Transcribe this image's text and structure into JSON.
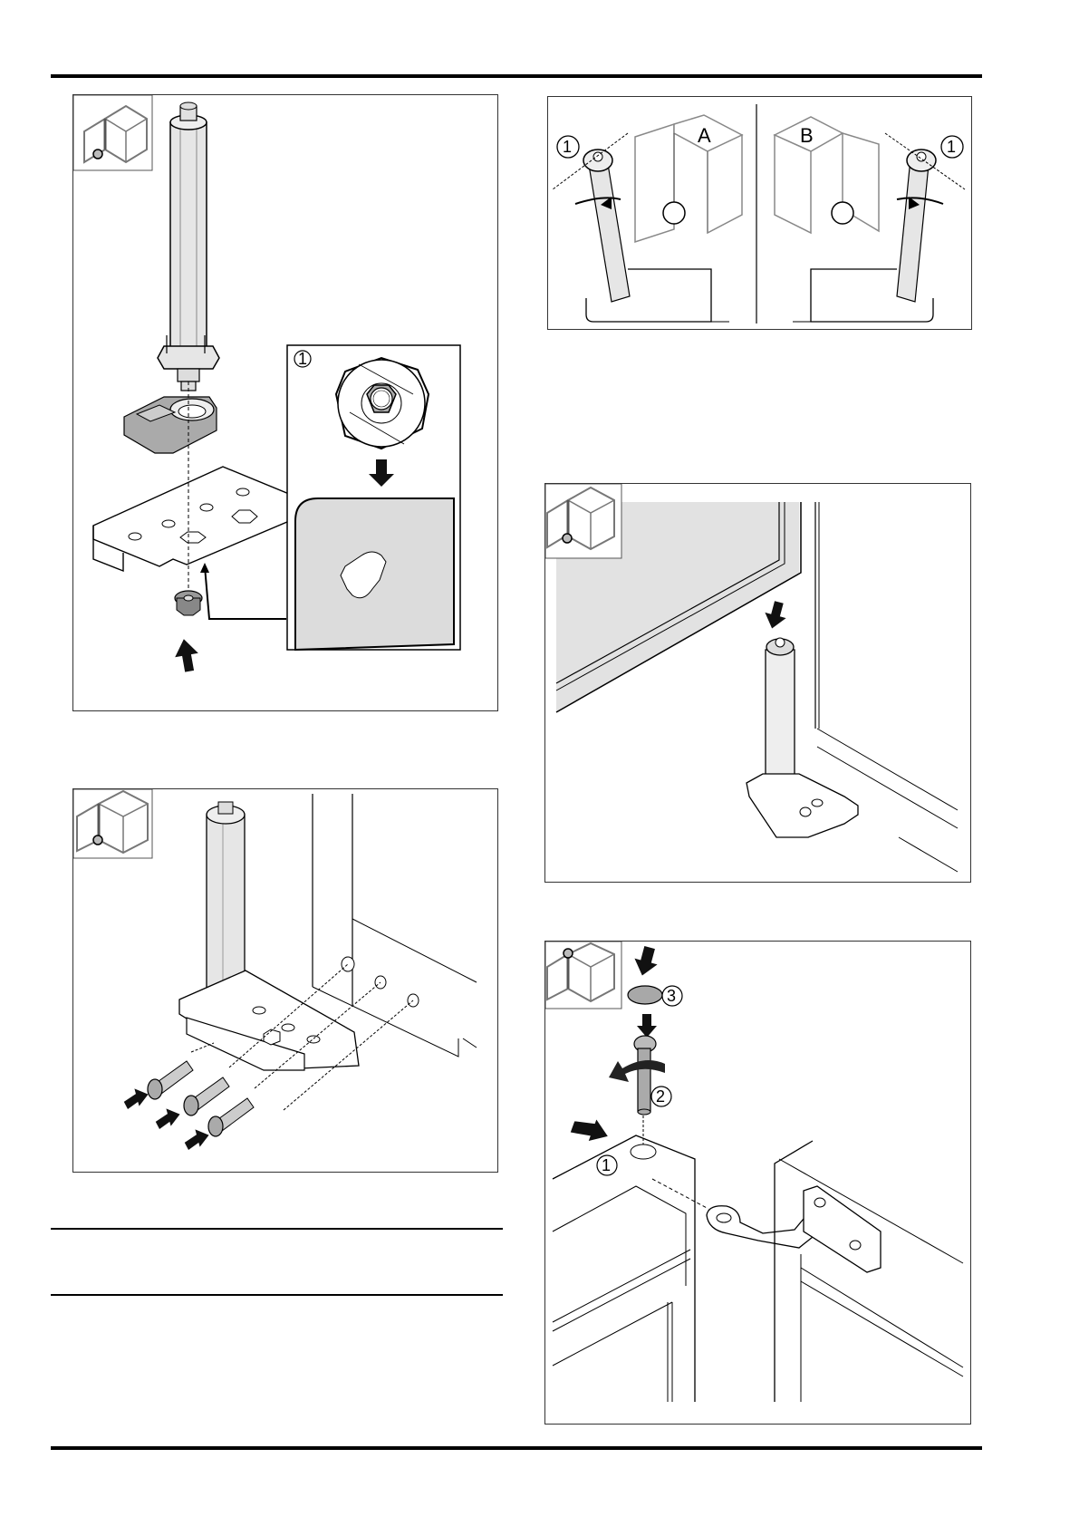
{
  "page": {
    "type": "installation-manual-page",
    "background": "#ffffff",
    "line_color": "#000000",
    "fill_gray": "#dcdcdc",
    "dark_gray": "#a0a0a0"
  },
  "figures": [
    {
      "id": "fig-1",
      "description": "Exploded view: hinge bolt, spacer, hinge plate and nut with detail inset",
      "locator_icon": "cabinet-bottom-left-hinge",
      "callouts": [
        "1"
      ]
    },
    {
      "id": "fig-2",
      "description": "Hinge bolt rotation variants A and B",
      "variants": [
        {
          "label": "A",
          "callout": "1"
        },
        {
          "label": "B",
          "callout": "1"
        }
      ]
    },
    {
      "id": "fig-3",
      "description": "Door lowered onto bottom hinge bolt",
      "locator_icon": "cabinet-bottom-left-hinge"
    },
    {
      "id": "fig-4",
      "description": "Top hinge: insert pin, turn, fit cap",
      "locator_icon": "cabinet-top-left-hinge",
      "callouts": [
        "1",
        "2",
        "3"
      ]
    },
    {
      "id": "fig-5",
      "description": "Hinge plate screwed to cabinet with three screws",
      "locator_icon": "cabinet-bottom-left-hinge"
    }
  ],
  "labels": {
    "c1": "1",
    "c2": "2",
    "c3": "3",
    "variant_a": "A",
    "variant_b": "B"
  }
}
